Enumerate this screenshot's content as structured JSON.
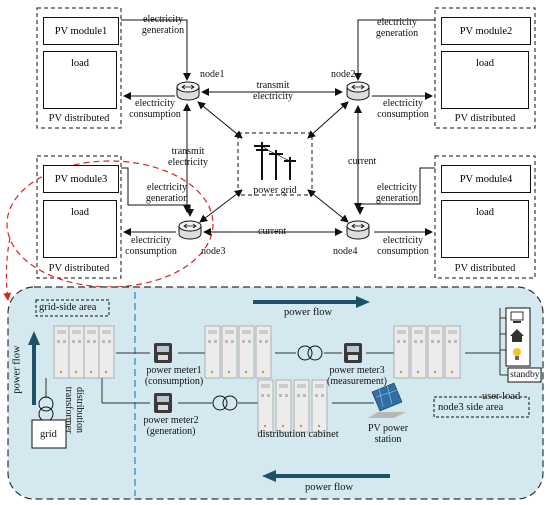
{
  "nodes": [
    "node1",
    "node2",
    "node3",
    "node4"
  ],
  "pv_groups": [
    {
      "module": "PV module1",
      "load": "load",
      "footer": "PV distributed"
    },
    {
      "module": "PV module2",
      "load": "load",
      "footer": "PV distributed"
    },
    {
      "module": "PV module3",
      "load": "load",
      "footer": "PV distributed"
    },
    {
      "module": "PV module4",
      "load": "load",
      "footer": "PV distributed"
    }
  ],
  "edges": {
    "gen": [
      "electricity",
      "generation"
    ],
    "cons": [
      "electricity",
      "consumption"
    ],
    "transmit": [
      "transmit",
      "electricity"
    ],
    "current": "current",
    "grid": "power grid"
  },
  "bottom": {
    "grid_side": "grid-side area",
    "node3_side": "node3 side area",
    "power_flow": "power flow",
    "transformer": [
      "distribution",
      "transformer"
    ],
    "grid": "grid",
    "meter1": [
      "power meter1",
      "(consumption)"
    ],
    "meter2": [
      "power meter2",
      "(generation)"
    ],
    "meter3": [
      "power meter3",
      "(measurement)"
    ],
    "cabinet": "distribution cabinet",
    "pv_station": [
      "PV power",
      "station"
    ],
    "user_load": "user load",
    "standby": "standby"
  }
}
